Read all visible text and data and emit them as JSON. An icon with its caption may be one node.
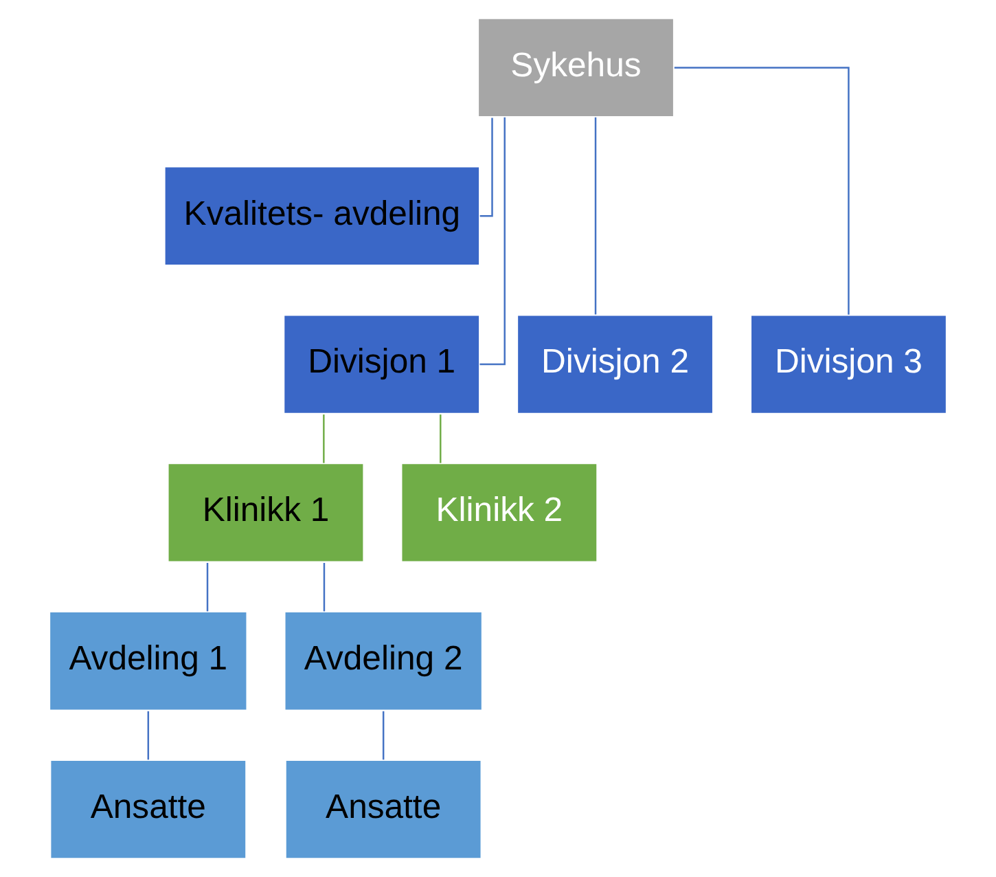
{
  "diagram": {
    "nodes": [
      {
        "text": [
          "Sykehus"
        ]
      },
      {
        "text": [
          "Kvalitets- avdeling"
        ]
      },
      {
        "text": [
          "Divisjon 1"
        ]
      },
      {
        "text": [
          "Divisjon 2"
        ]
      },
      {
        "text": [
          "Divisjon 3"
        ]
      },
      {
        "text": [
          "Klinikk 1"
        ]
      },
      {
        "text": [
          "Klinikk 2"
        ]
      },
      {
        "text": [
          "Avdeling 1"
        ]
      },
      {
        "text": [
          "Avdeling 2"
        ]
      },
      {
        "text": [
          "Ansatte"
        ]
      },
      {
        "text": [
          "Ansatte"
        ]
      }
    ],
    "edges": [
      {
        "from": 0,
        "to": 1,
        "arrow": "none"
      },
      {
        "from": 0,
        "to": 2,
        "arrow": "none"
      },
      {
        "from": 0,
        "to": 3,
        "arrow": "none"
      },
      {
        "from": 0,
        "to": 4,
        "arrow": "none"
      },
      {
        "from": 2,
        "to": 5,
        "arrow": "none",
        "color": "#70ad47"
      },
      {
        "from": 2,
        "to": 6,
        "arrow": "none",
        "color": "#70ad47"
      },
      {
        "from": 5,
        "to": 7,
        "arrow": "none"
      },
      {
        "from": 5,
        "to": 8,
        "arrow": "none"
      },
      {
        "from": 7,
        "to": 9,
        "arrow": "none"
      },
      {
        "from": 8,
        "to": 10,
        "arrow": "none"
      }
    ]
  }
}
